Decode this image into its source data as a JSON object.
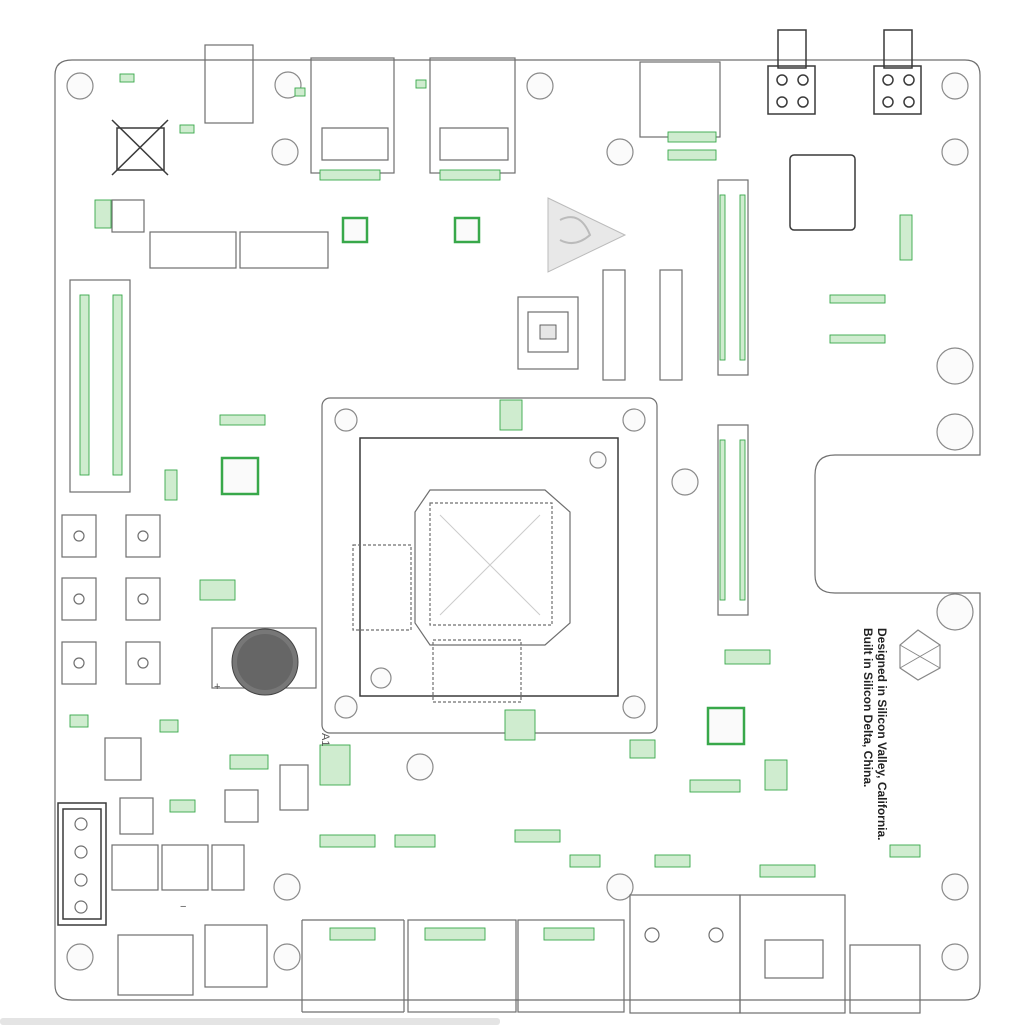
{
  "board": {
    "text_line_1": "Designed in Silicon Valley, California.",
    "text_line_2": "Built in Silicon Delta, China.",
    "designator_a1": "A1",
    "polarity_plus": "+",
    "polarity_minus": "−"
  },
  "colors": {
    "outline": "#6f6f6f",
    "component_green": "#38a84a",
    "background": "#ffffff"
  },
  "icons": {
    "logo": "pyramid-logo-icon",
    "mark": "geometric-mark-icon",
    "no_tick": "crossed-out-box-icon"
  }
}
